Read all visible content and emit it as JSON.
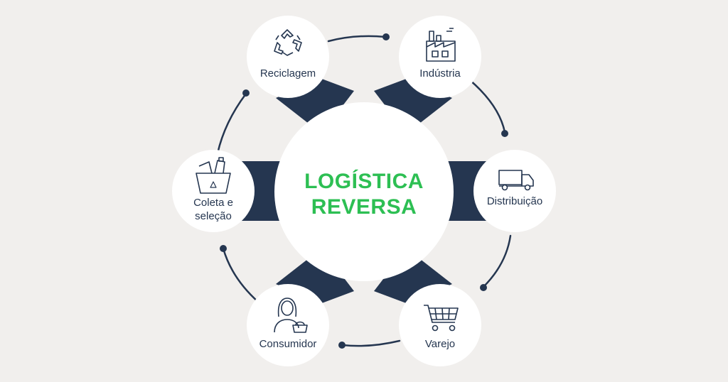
{
  "center": {
    "line1": "LOGÍSTICA",
    "line2": "REVERSA"
  },
  "nodes": [
    {
      "id": "reciclagem",
      "label": "Reciclagem",
      "icon": "recycle-icon"
    },
    {
      "id": "industria",
      "label": "Indústria",
      "icon": "factory-icon"
    },
    {
      "id": "distribuicao",
      "label": "Distribuição",
      "icon": "truck-icon"
    },
    {
      "id": "varejo",
      "label": "Varejo",
      "icon": "shopping-cart-icon"
    },
    {
      "id": "consumidor",
      "label": "Consumidor",
      "icon": "shopper-icon"
    },
    {
      "id": "coleta",
      "label": "Coleta e seleção",
      "label_lines": [
        "Coleta e",
        "seleção"
      ],
      "icon": "recycling-bin-icon"
    }
  ],
  "colors": {
    "accent": "#2dbf53",
    "navy": "#253650",
    "background": "#f1efed",
    "circle": "#ffffff"
  }
}
